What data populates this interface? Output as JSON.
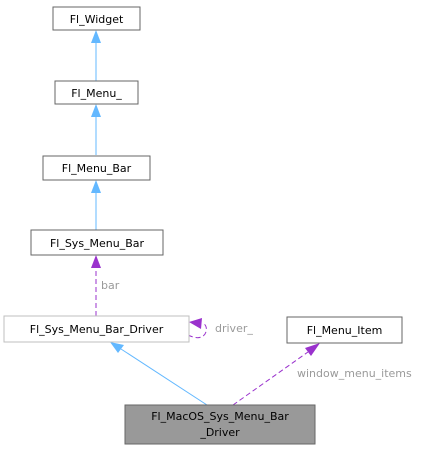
{
  "nodes": {
    "fl_widget": "Fl_Widget",
    "fl_menu_": "Fl_Menu_",
    "fl_menu_bar": "Fl_Menu_Bar",
    "fl_sys_menu_bar": "Fl_Sys_Menu_Bar",
    "fl_sys_menu_bar_driver": "Fl_Sys_Menu_Bar_Driver",
    "fl_menu_item": "Fl_Menu_Item",
    "fl_macos_sys_menu_bar_driver": {
      "line1": "Fl_MacOS_Sys_Menu_Bar",
      "line2": "_Driver"
    }
  },
  "edge_labels": {
    "bar": "bar",
    "driver_": "driver_",
    "window_menu_items": "window_menu_items"
  },
  "colors": {
    "inheritance": "#63b8ff",
    "usage": "#9a32cd",
    "focus_fill": "#999999",
    "label": "#9a9a9a"
  }
}
